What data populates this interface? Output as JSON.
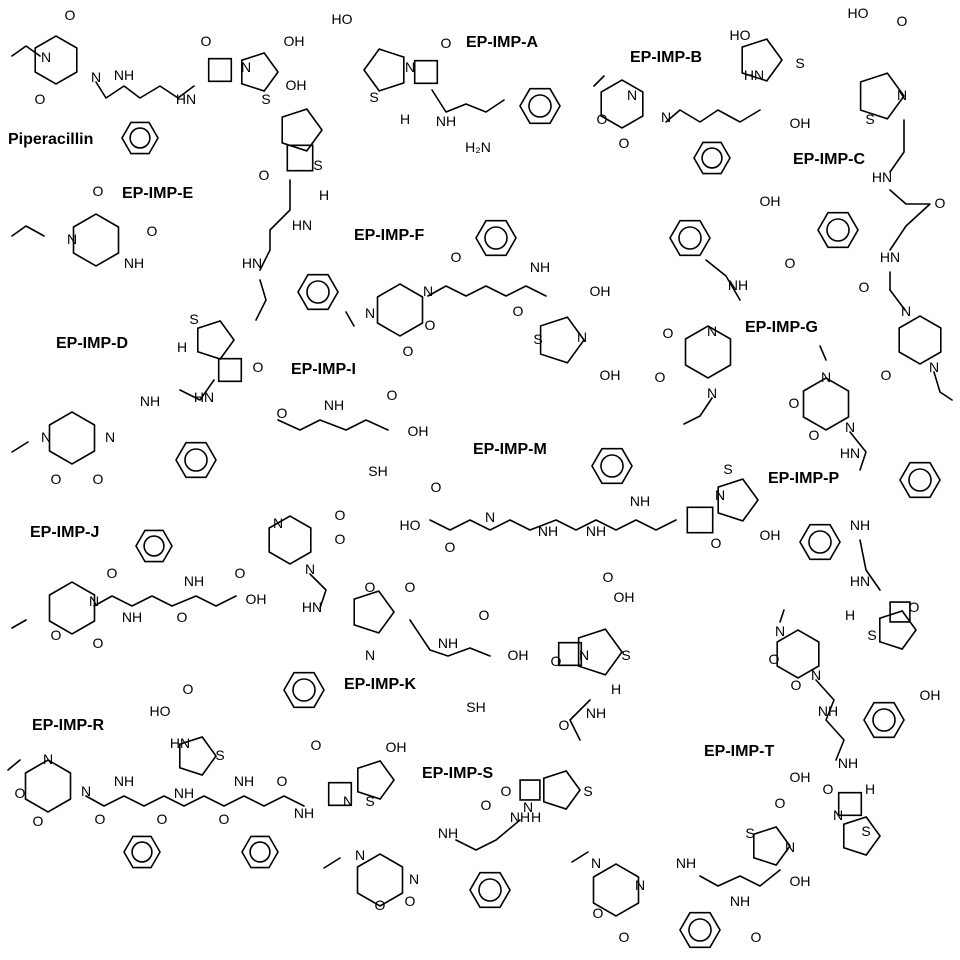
{
  "figure": {
    "compounds": [
      {
        "id": "piperacillin",
        "label": "Piperacillin"
      },
      {
        "id": "a",
        "label": "EP-IMP-A"
      },
      {
        "id": "b",
        "label": "EP-IMP-B"
      },
      {
        "id": "c",
        "label": "EP-IMP-C"
      },
      {
        "id": "d",
        "label": "EP-IMP-D"
      },
      {
        "id": "e",
        "label": "EP-IMP-E"
      },
      {
        "id": "f",
        "label": "EP-IMP-F"
      },
      {
        "id": "g",
        "label": "EP-IMP-G"
      },
      {
        "id": "i",
        "label": "EP-IMP-I"
      },
      {
        "id": "j",
        "label": "EP-IMP-J"
      },
      {
        "id": "k",
        "label": "EP-IMP-K"
      },
      {
        "id": "m",
        "label": "EP-IMP-M"
      },
      {
        "id": "p",
        "label": "EP-IMP-P"
      },
      {
        "id": "r",
        "label": "EP-IMP-R"
      },
      {
        "id": "s",
        "label": "EP-IMP-S"
      },
      {
        "id": "t",
        "label": "EP-IMP-T"
      }
    ],
    "atom_labels": {
      "O": "O",
      "N": "N",
      "S": "S",
      "H": "H",
      "NH": "NH",
      "HN": "HN",
      "OH": "OH",
      "HO": "HO",
      "SH": "SH",
      "H2N": "H₂N",
      "COOH": "OH"
    }
  }
}
